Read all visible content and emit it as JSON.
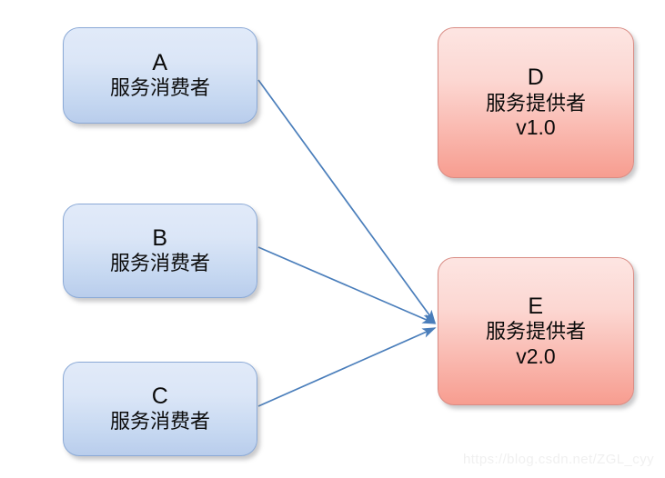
{
  "diagram": {
    "background_color": "#ffffff",
    "nodes": [
      {
        "key": "a",
        "id_label": "A",
        "role_label": "服务消费者",
        "version_label": "",
        "kind": "consumer",
        "fill_top": "#e1eaf9",
        "fill_bottom": "#b9cdec",
        "border_color": "#8aa9d6"
      },
      {
        "key": "b",
        "id_label": "B",
        "role_label": "服务消费者",
        "version_label": "",
        "kind": "consumer",
        "fill_top": "#e1eaf9",
        "fill_bottom": "#b9cdec",
        "border_color": "#8aa9d6"
      },
      {
        "key": "c",
        "id_label": "C",
        "role_label": "服务消费者",
        "version_label": "",
        "kind": "consumer",
        "fill_top": "#e1eaf9",
        "fill_bottom": "#b9cdec",
        "border_color": "#8aa9d6"
      },
      {
        "key": "d",
        "id_label": "D",
        "role_label": "服务提供者",
        "version_label": "v1.0",
        "kind": "provider",
        "fill_top": "#fde5e2",
        "fill_bottom": "#f79d90",
        "border_color": "#d98c84"
      },
      {
        "key": "e",
        "id_label": "E",
        "role_label": "服务提供者",
        "version_label": "v2.0",
        "kind": "provider",
        "fill_top": "#fde5e2",
        "fill_bottom": "#f79d90",
        "border_color": "#d98c84"
      }
    ],
    "edges": [
      {
        "key": "a-to-e",
        "from": "A",
        "to": "E",
        "color": "#4a7ebb"
      },
      {
        "key": "b-to-e",
        "from": "B",
        "to": "E",
        "color": "#4a7ebb"
      },
      {
        "key": "c-to-e",
        "from": "C",
        "to": "E",
        "color": "#4a7ebb"
      }
    ],
    "watermark": "https://blog.csdn.net/ZGL_cyy"
  }
}
